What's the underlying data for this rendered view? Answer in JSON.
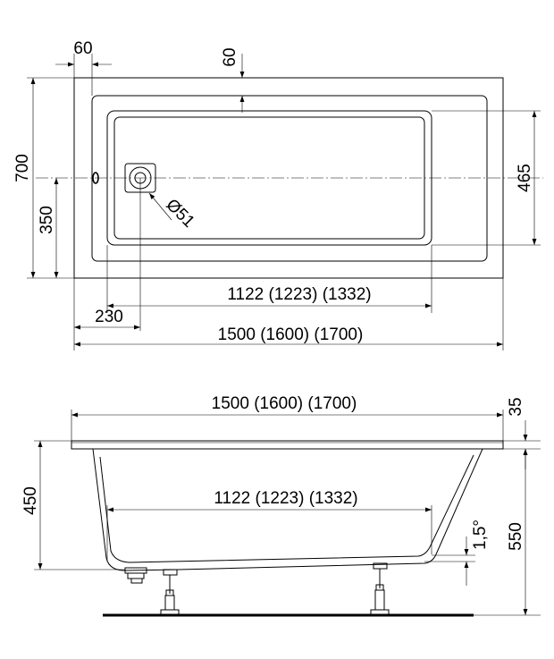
{
  "top_view": {
    "dim_60_left": "60",
    "dim_60_top": "60",
    "dim_700": "700",
    "dim_350": "350",
    "dim_465": "465",
    "dim_drain_diameter": "Ø51",
    "dim_230": "230",
    "dim_inner_length": "1122 (1223) (1332)",
    "dim_total_length": "1500 (1600) (1700)"
  },
  "side_view": {
    "dim_total_length": "1500 (1600) (1700)",
    "dim_35": "35",
    "dim_450": "450",
    "dim_550": "550",
    "dim_inner_length": "1122 (1223) (1332)",
    "dim_slope": "1,5°"
  }
}
